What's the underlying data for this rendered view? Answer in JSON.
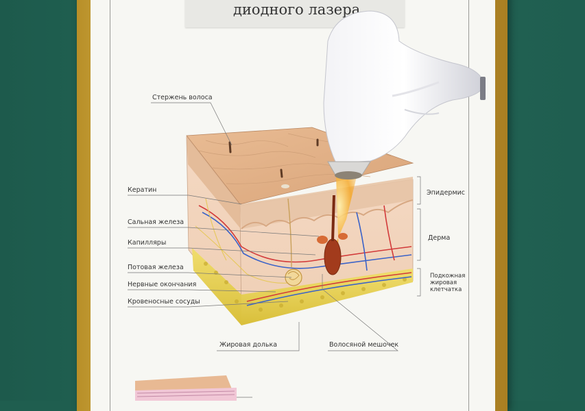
{
  "poster": {
    "title_line": "диодного лазера"
  },
  "left_labels": [
    "Стержень волоса",
    "Кератин",
    "Сальная железа",
    "Капилляры",
    "Потовая железа",
    "Нервные окончания",
    "Кровеносные сосуды"
  ],
  "bottom_labels": [
    "Жировая долька",
    "Волосяной мешочек"
  ],
  "right_labels": {
    "epidermis": "Эпидермис",
    "dermis": "Дерма",
    "subcutaneous_1": "Подкожная",
    "subcutaneous_2": "жировая",
    "subcutaneous_3": "клетчатка"
  },
  "colors": {
    "wall": "#1f5e4f",
    "frame_gold": "#d4b04c",
    "poster": "#f7f7f3",
    "skin_top": "#e6b48c",
    "fat": "#e8d35a",
    "laser": "#f0a020"
  }
}
